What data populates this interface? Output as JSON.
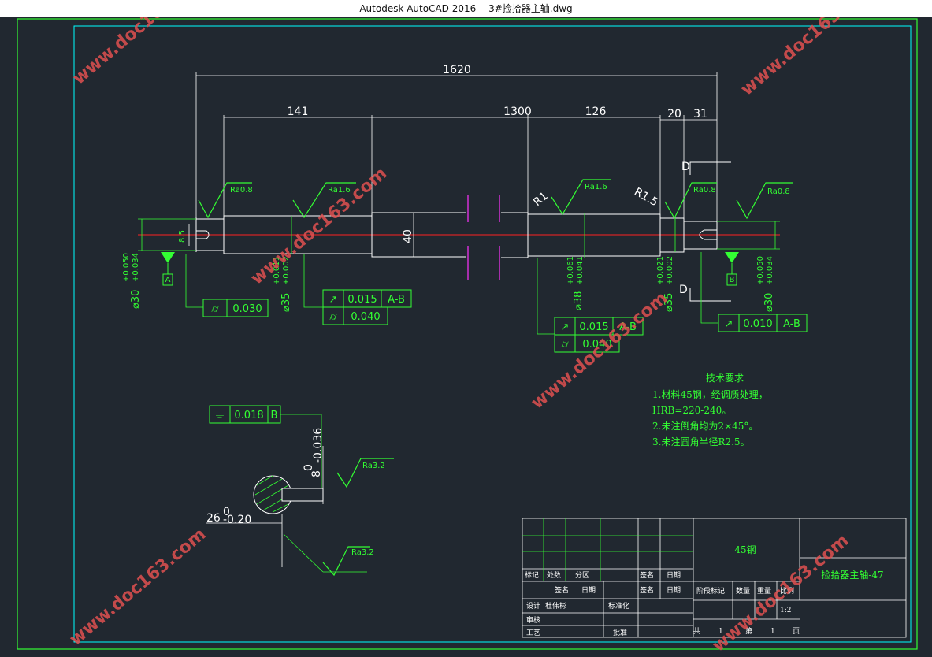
{
  "window": {
    "app_title": "Autodesk AutoCAD 2016",
    "file_name": "3#捡拾器主轴.dwg"
  },
  "dimensions": {
    "overall": "1620",
    "seg1": "141",
    "middle": "1300",
    "seg3": "126",
    "seg4": "20",
    "seg5": "31",
    "dia40": "40",
    "dia8_5": "8.5",
    "fillet_r1": "R1",
    "fillet_r15": "R1.5",
    "section_d": "D"
  },
  "diameters": {
    "left_end": "⌀30",
    "left_end_tol_up": "+0.050",
    "left_end_tol_lo": "+0.034",
    "left_journal": "⌀35",
    "left_journal_tol_up": "+0.011",
    "left_journal_tol_lo": "+0.002",
    "middle": "⌀38",
    "middle_tol_up": "+0.061",
    "middle_tol_lo": "+0.041",
    "right_journal": "⌀35",
    "right_journal_tol_up": "+0.021",
    "right_journal_tol_lo": "+0.002",
    "right_end": "⌀30",
    "right_end_tol_up": "+0.050",
    "right_end_tol_lo": "+0.034"
  },
  "roughness": {
    "r1": "Ra0.8",
    "r2": "Ra1.6",
    "r3": "Ra1.6",
    "r4": "Ra0.8",
    "r5": "Ra0.8",
    "r6": "Ra3.2",
    "r7": "Ra3.2"
  },
  "datums": {
    "a": "A",
    "b": "B"
  },
  "tolerances": {
    "cyl_left": "0.030",
    "runout_left": "0.015",
    "runout_left_ref": "A-B",
    "cyl_left2": "0.040",
    "runout_mid": "0.015",
    "runout_mid_ref": "A-B",
    "cyl_mid": "0.040",
    "runout_right": "0.010",
    "runout_right_ref": "A-B",
    "sym": "0.018",
    "sym_ref": "B"
  },
  "section": {
    "key_depth": "8",
    "key_depth_tol_up": "0",
    "key_depth_tol_lo": "-0.036",
    "width": "26",
    "width_tol_up": "0",
    "width_tol_lo": "-0.20"
  },
  "tech_notes": {
    "title": "技术要求",
    "line1": "1.材料45钢，经调质处理，",
    "line2": "HRB=220-240。",
    "line3": "2.未注倒角均为2×45°。",
    "line4": "3.未注圆角半径R2.5。"
  },
  "title_block": {
    "material": "45钢",
    "part_name": "捡拾器主轴-47",
    "h_mark": "标记",
    "h_count": "处数",
    "h_zone": "分区",
    "h_sign": "签名",
    "h_date": "日期",
    "h_sign2": "签名",
    "h_date2": "日期",
    "h_sign3": "签名",
    "h_date3": "日期",
    "design": "设计",
    "designer": "杜伟彬",
    "standard": "标准化",
    "stage": "阶段标记",
    "qty": "数量",
    "weight": "重量",
    "scale": "比例",
    "scale_val": "1:2",
    "review": "审核",
    "process": "工艺",
    "approve": "批准",
    "total": "共",
    "total_n": "1",
    "sheet": "第",
    "sheet_n": "1",
    "page": "页"
  },
  "watermark": "www.doc163.com",
  "colors": {
    "background": "#212830",
    "frame_outer": "#33ff33",
    "frame_inner": "#00ffff",
    "geometry": "#ffffff",
    "annotation": "#33ff33",
    "centerline": "#ff2222",
    "break": "#ff33ff"
  }
}
